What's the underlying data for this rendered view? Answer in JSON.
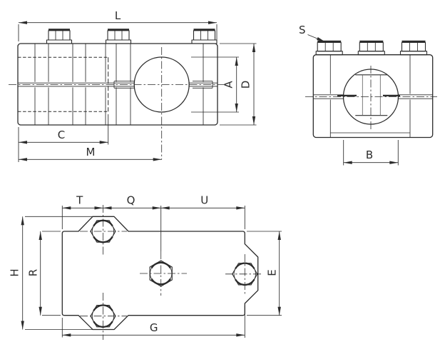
{
  "colors": {
    "background": "#ffffff",
    "ink": "#2b2b2b",
    "accent": "#c41414"
  },
  "views": {
    "front": {
      "name": "front view (top left)",
      "dims_shown": [
        "L",
        "A",
        "D",
        "C",
        "M"
      ]
    },
    "side": {
      "name": "side view (top right)",
      "dims_shown": [
        "S",
        "B"
      ]
    },
    "plan": {
      "name": "plan view (bottom)",
      "dims_shown": [
        "T",
        "Q",
        "U",
        "H",
        "R",
        "E",
        "G"
      ]
    }
  },
  "dims": {
    "L": {
      "label": "L",
      "color": "#2b2b2b"
    },
    "A": {
      "label": "A",
      "color": "#c41414"
    },
    "D": {
      "label": "D",
      "color": "#2b2b2b"
    },
    "C": {
      "label": "C",
      "color": "#2b2b2b"
    },
    "M": {
      "label": "M",
      "color": "#2b2b2b"
    },
    "S": {
      "label": "S",
      "color": "#2b2b2b"
    },
    "B": {
      "label": "B",
      "color": "#c41414"
    },
    "T": {
      "label": "T",
      "color": "#2b2b2b"
    },
    "Q": {
      "label": "Q",
      "color": "#2b2b2b"
    },
    "U": {
      "label": "U",
      "color": "#2b2b2b"
    },
    "H": {
      "label": "H",
      "color": "#2b2b2b"
    },
    "R": {
      "label": "R",
      "color": "#2b2b2b"
    },
    "E": {
      "label": "E",
      "color": "#2b2b2b"
    },
    "G": {
      "label": "G",
      "color": "#2b2b2b"
    }
  }
}
